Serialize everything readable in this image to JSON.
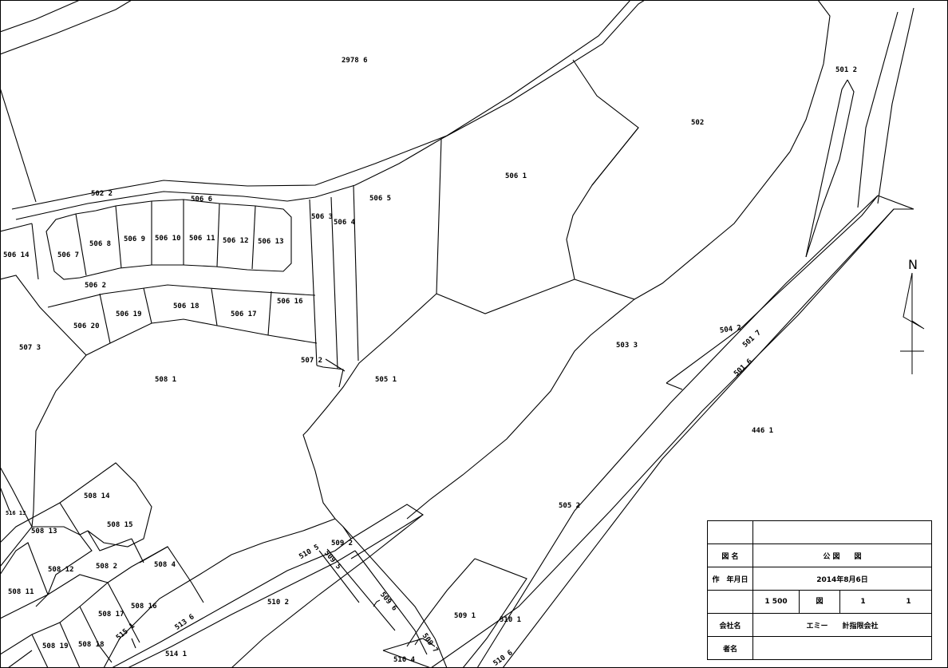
{
  "parcels": [
    {
      "id": "p1",
      "text": "2978 6",
      "pos": "a"
    },
    {
      "id": "p2",
      "text": "501 2",
      "pos": "b"
    },
    {
      "id": "p3",
      "text": "502",
      "pos": "c"
    },
    {
      "id": "p4",
      "text": "506 1",
      "pos": "d"
    },
    {
      "id": "p5",
      "text": "506 5",
      "pos": "e"
    },
    {
      "id": "p6",
      "text": "506 3",
      "pos": "f"
    },
    {
      "id": "p7",
      "text": "506 4",
      "pos": "g"
    },
    {
      "id": "p8",
      "text": "502 2",
      "pos": "h"
    },
    {
      "id": "p9",
      "text": "506 6",
      "pos": "i"
    },
    {
      "id": "p10",
      "text": "506 14",
      "pos": "j"
    },
    {
      "id": "p11",
      "text": "506 7",
      "pos": "k"
    },
    {
      "id": "p12",
      "text": "506 8",
      "pos": "l"
    },
    {
      "id": "p13",
      "text": "506 9",
      "pos": "m"
    },
    {
      "id": "p14",
      "text": "506 10",
      "pos": "n"
    },
    {
      "id": "p15",
      "text": "506 11",
      "pos": "o"
    },
    {
      "id": "p16",
      "text": "506 12",
      "pos": "p"
    },
    {
      "id": "p17",
      "text": "506 13",
      "pos": "q"
    },
    {
      "id": "p18",
      "text": "506 2",
      "pos": "r"
    },
    {
      "id": "p19",
      "text": "506 16",
      "pos": "s"
    },
    {
      "id": "p20",
      "text": "506 18",
      "pos": "t"
    },
    {
      "id": "p21",
      "text": "506 19",
      "pos": "u"
    },
    {
      "id": "p22",
      "text": "506 17",
      "pos": "v"
    },
    {
      "id": "p23",
      "text": "506 20",
      "pos": "w"
    },
    {
      "id": "p24",
      "text": "507 3",
      "pos": "x"
    },
    {
      "id": "p25",
      "text": "507 2",
      "pos": "y"
    },
    {
      "id": "p26",
      "text": "508 1",
      "pos": "z"
    },
    {
      "id": "p27",
      "text": "505 1",
      "pos": "aa"
    },
    {
      "id": "p28",
      "text": "503 3",
      "pos": "ab"
    },
    {
      "id": "p29",
      "text": "504 2",
      "pos": "ac"
    },
    {
      "id": "p30",
      "text": "501 7",
      "pos": "ad"
    },
    {
      "id": "p31",
      "text": "501 6",
      "pos": "ae"
    },
    {
      "id": "p32",
      "text": "446 1",
      "pos": "af"
    },
    {
      "id": "p33",
      "text": "505 2",
      "pos": "ag"
    },
    {
      "id": "p34",
      "text": "516 13",
      "pos": "ah"
    },
    {
      "id": "p35",
      "text": "508 14",
      "pos": "ai"
    },
    {
      "id": "p36",
      "text": "508 15",
      "pos": "aj"
    },
    {
      "id": "p37",
      "text": "508 13",
      "pos": "ak"
    },
    {
      "id": "p38",
      "text": "508 12",
      "pos": "al"
    },
    {
      "id": "p39",
      "text": "508 2",
      "pos": "am"
    },
    {
      "id": "p40",
      "text": "508 4",
      "pos": "an"
    },
    {
      "id": "p41",
      "text": "508 11",
      "pos": "ao"
    },
    {
      "id": "p42",
      "text": "508 17",
      "pos": "ap"
    },
    {
      "id": "p43",
      "text": "508 16",
      "pos": "aq"
    },
    {
      "id": "p44",
      "text": "508 19",
      "pos": "ar"
    },
    {
      "id": "p45",
      "text": "508 18",
      "pos": "as"
    },
    {
      "id": "p46",
      "text": "515 1",
      "pos": "at"
    },
    {
      "id": "p47",
      "text": "513 6",
      "pos": "au"
    },
    {
      "id": "p48",
      "text": "514 1",
      "pos": "av"
    },
    {
      "id": "p49",
      "text": "510 5",
      "pos": "aw"
    },
    {
      "id": "p50",
      "text": "509 2",
      "pos": "ax"
    },
    {
      "id": "p51",
      "text": "509 5",
      "pos": "ay"
    },
    {
      "id": "p52",
      "text": "510 2",
      "pos": "az"
    },
    {
      "id": "p53",
      "text": "509 6",
      "pos": "ba"
    },
    {
      "id": "p54",
      "text": "509 7",
      "pos": "bb"
    },
    {
      "id": "p55",
      "text": "509 1",
      "pos": "bc"
    },
    {
      "id": "p56",
      "text": "510 1",
      "pos": "bd"
    },
    {
      "id": "p57",
      "text": "510 4",
      "pos": "be"
    },
    {
      "id": "p58",
      "text": "510 6",
      "pos": "bf"
    }
  ],
  "north_label": "N",
  "title_block": {
    "map_name_key": "図 名",
    "map_name_value": "公 図　　図",
    "date_key": "作　年月日",
    "date_value": "2014年8月6日",
    "scale_value": "1 500",
    "scale_mid": "図",
    "sheet_a": "1",
    "sheet_b": "1",
    "company_key": "会社名",
    "company_value": "エミー　　計指限会社",
    "person_key": "者名"
  }
}
